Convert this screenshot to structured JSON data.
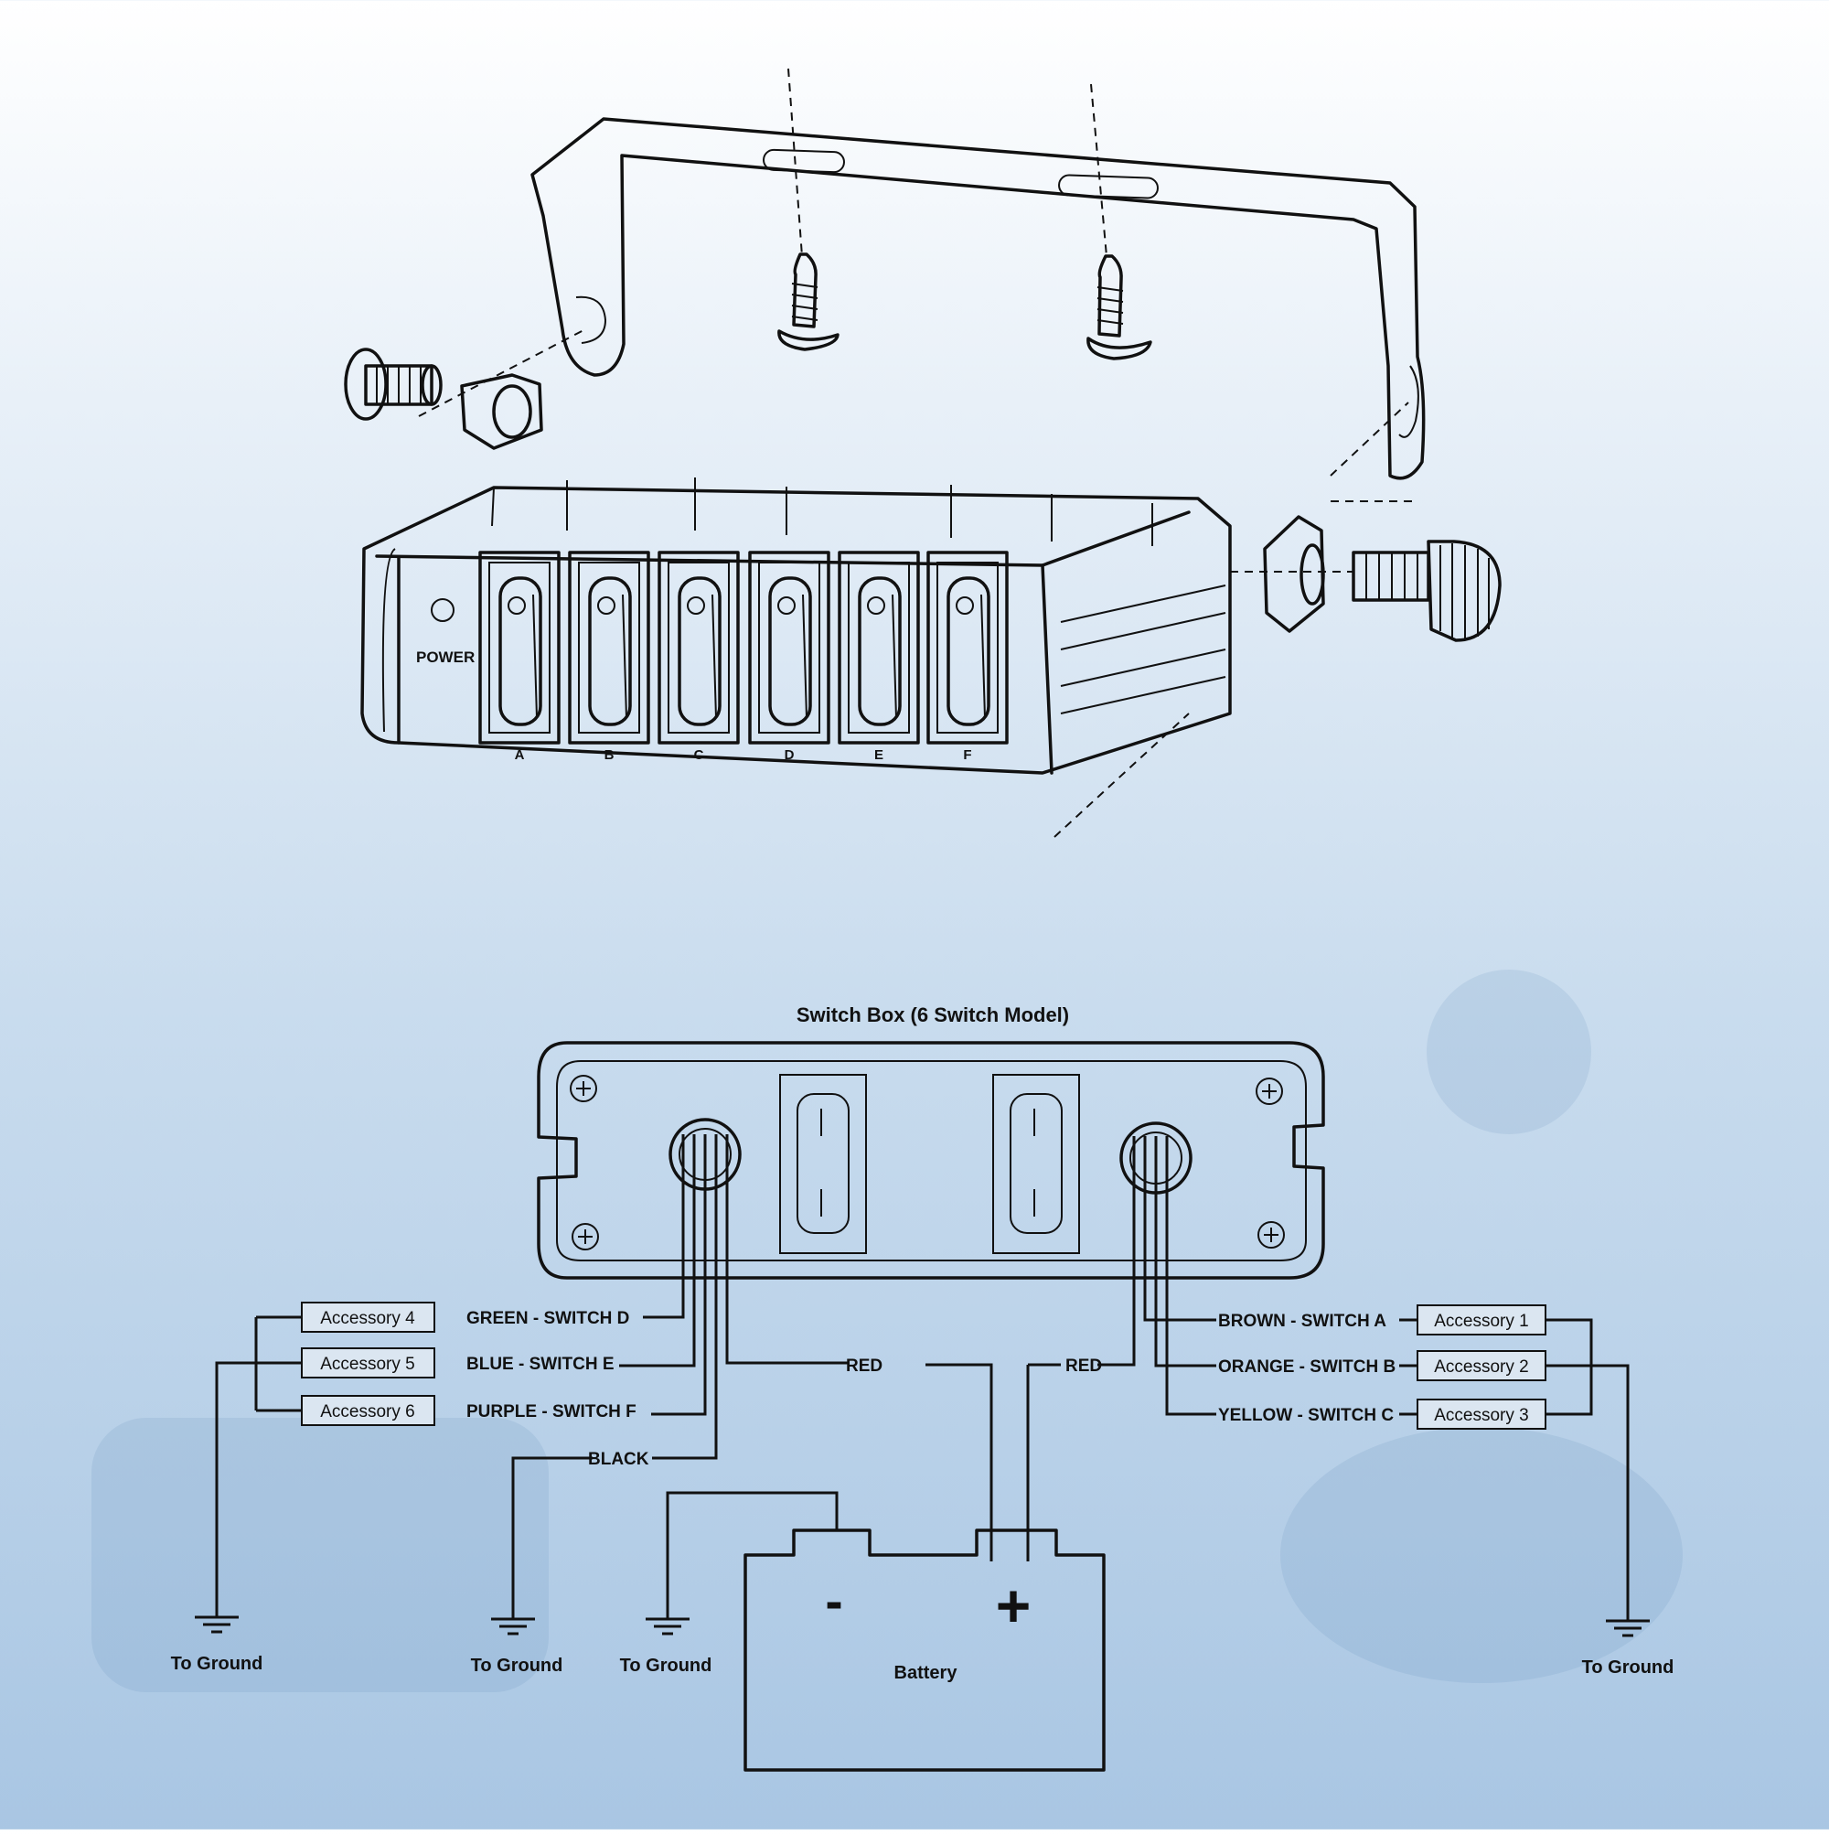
{
  "exploded_view": {
    "power_label": "POWER",
    "switch_letters": [
      "A",
      "B",
      "C",
      "D",
      "E",
      "F"
    ]
  },
  "wiring": {
    "title": "Switch Box (6 Switch Model)",
    "left_wires": [
      {
        "accessory": "Accessory 4",
        "wire": "GREEN - SWITCH D"
      },
      {
        "accessory": "Accessory 5",
        "wire": "BLUE - SWITCH E"
      },
      {
        "accessory": "Accessory 6",
        "wire": "PURPLE - SWITCH F"
      }
    ],
    "right_wires": [
      {
        "accessory": "Accessory 1",
        "wire": "BROWN - SWITCH A"
      },
      {
        "accessory": "Accessory 2",
        "wire": "ORANGE - SWITCH B"
      },
      {
        "accessory": "Accessory 3",
        "wire": "YELLOW - SWITCH C"
      }
    ],
    "red_left": "RED",
    "red_right": "RED",
    "black": "BLACK",
    "battery": {
      "label": "Battery",
      "minus": "-",
      "plus": "+"
    },
    "ground_label": "To Ground"
  }
}
